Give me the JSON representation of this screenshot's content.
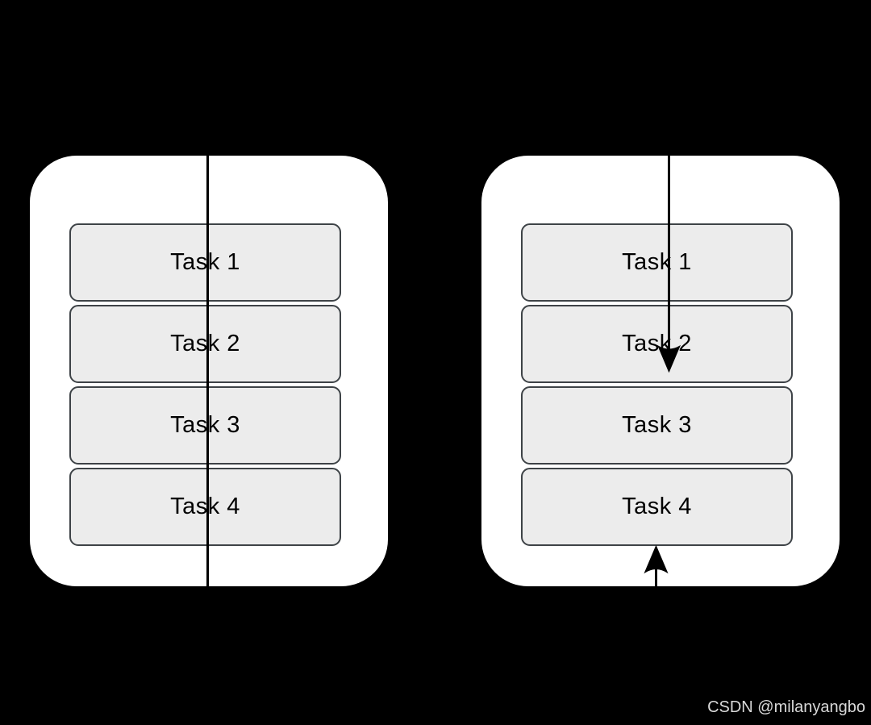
{
  "diagram": {
    "left_panel": {
      "tasks": [
        "Task 1",
        "Task 2",
        "Task 3",
        "Task 4"
      ]
    },
    "right_panel": {
      "tasks": [
        "Task 1",
        "Task 2",
        "Task 3",
        "Task 4"
      ]
    }
  },
  "watermark": "CSDN @milanyangbo",
  "colors": {
    "background": "#000000",
    "card": "#ffffff",
    "task_fill": "#ececec",
    "task_border": "#3e4347",
    "connector": "#000000",
    "watermark": "#d9d9d9"
  }
}
